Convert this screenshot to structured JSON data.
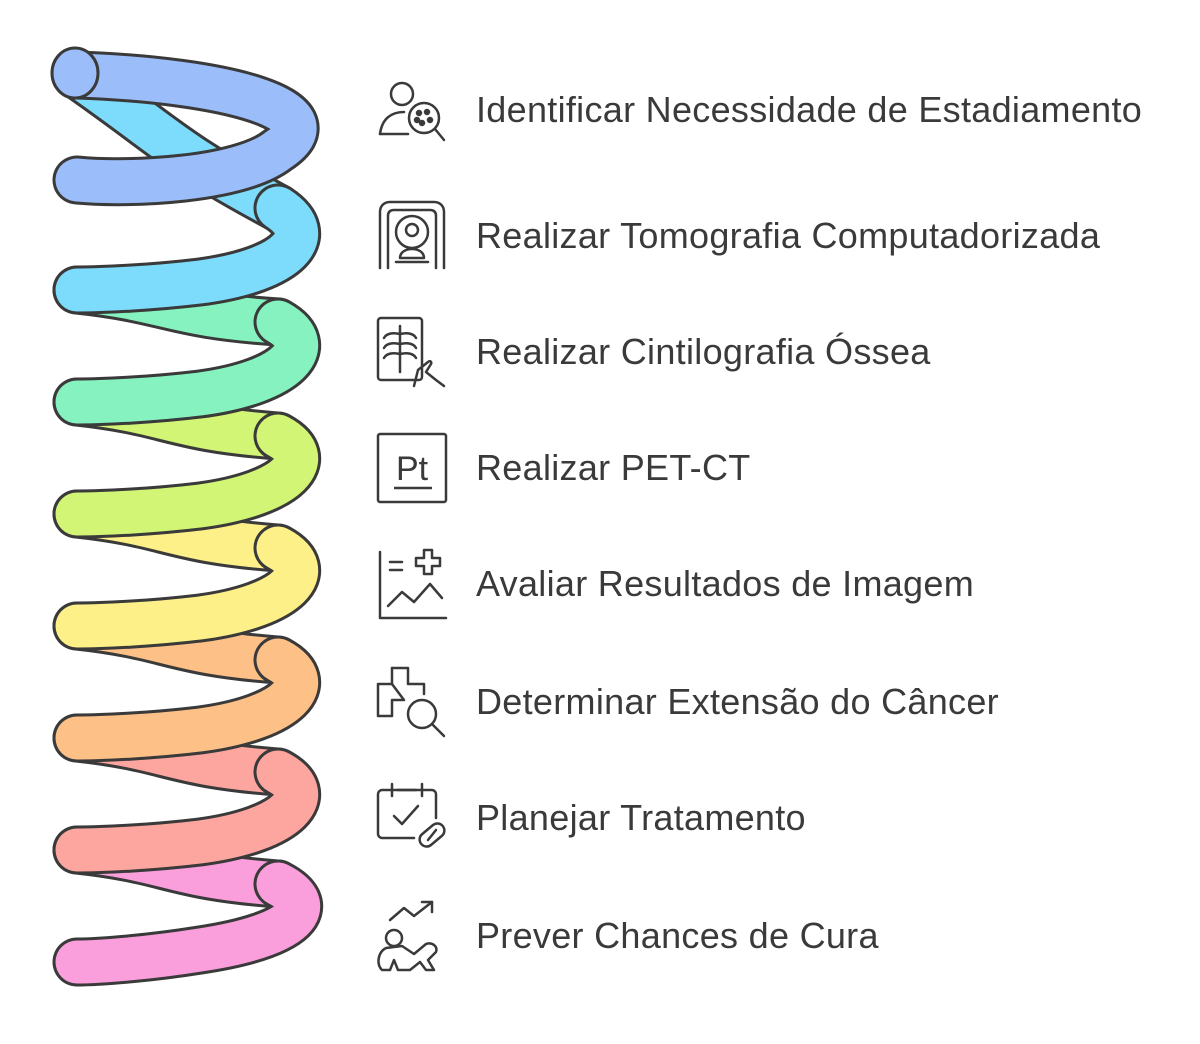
{
  "steps": [
    {
      "label": "Identificar Necessidade de Estadiamento",
      "icon": "person-magnifier-icon",
      "color": "#9BBEFB"
    },
    {
      "label": "Realizar Tomografia Computadorizada",
      "icon": "ct-scanner-icon",
      "color": "#7DDBFB"
    },
    {
      "label": "Realizar Cintilografia Óssea",
      "icon": "xray-scan-icon",
      "color": "#86F2BF"
    },
    {
      "label": "Realizar PET-CT",
      "icon": "pet-element-icon",
      "color": "#D2F575"
    },
    {
      "label": "Avaliar Resultados de Imagem",
      "icon": "medical-chart-icon",
      "color": "#FDF089"
    },
    {
      "label": "Determinar Extensão do Câncer",
      "icon": "medical-search-icon",
      "color": "#FDC187"
    },
    {
      "label": "Planejar Tratamento",
      "icon": "treatment-calendar-icon",
      "color": "#FDA6A0"
    },
    {
      "label": "Prever Chances de Cura",
      "icon": "recovery-trend-icon",
      "color": "#FA9FDC"
    }
  ],
  "pet_icon_text": "Pt"
}
